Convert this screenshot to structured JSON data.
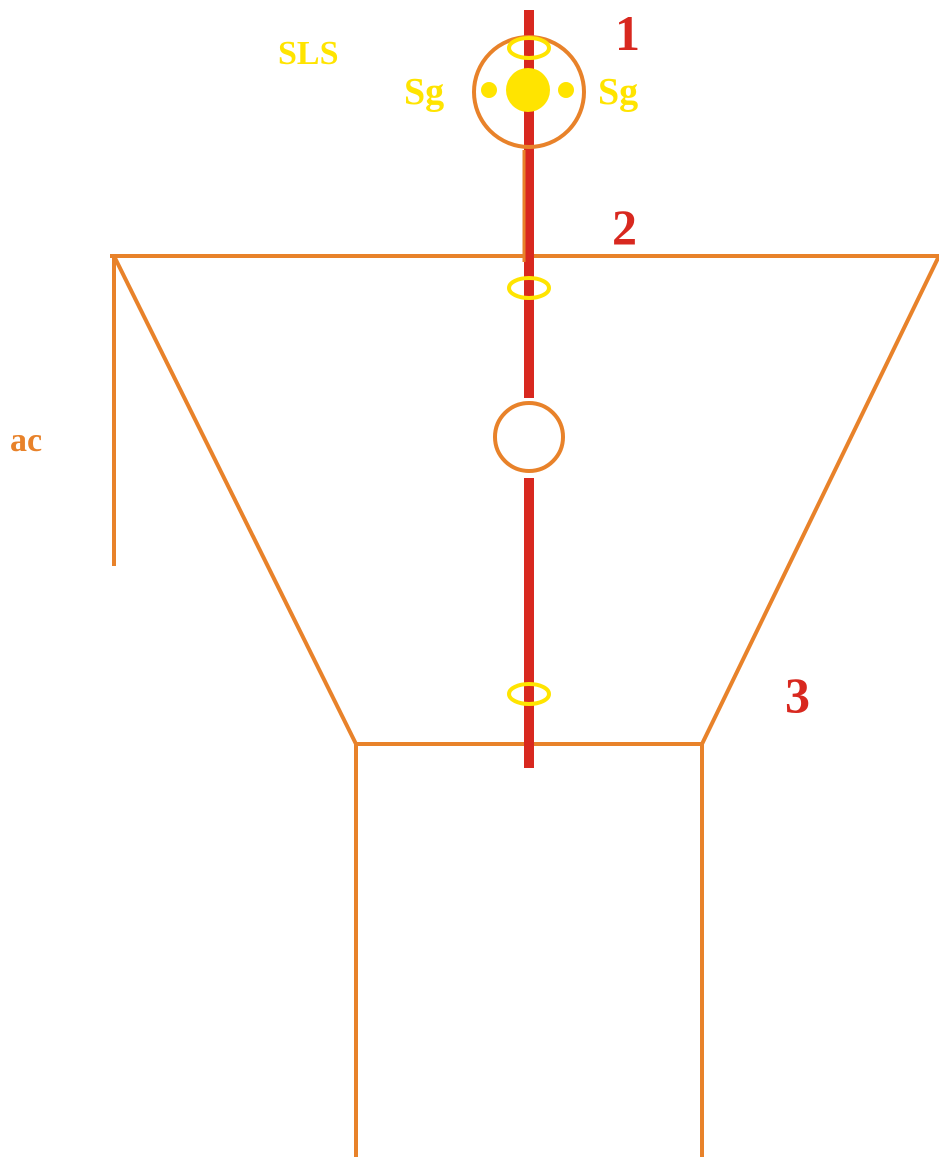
{
  "colors": {
    "outline": "#e8822a",
    "axis": "#d8281f",
    "highlight": "#ffe400",
    "number_label": "#d8281f",
    "ac_label": "#e8822a",
    "background": "#ffffff"
  },
  "labels": {
    "sls": "SLS",
    "sg_left": "Sg",
    "sg_right": "Sg",
    "ac": "ac",
    "level_1": "1",
    "level_2": "2",
    "level_3": "3"
  }
}
